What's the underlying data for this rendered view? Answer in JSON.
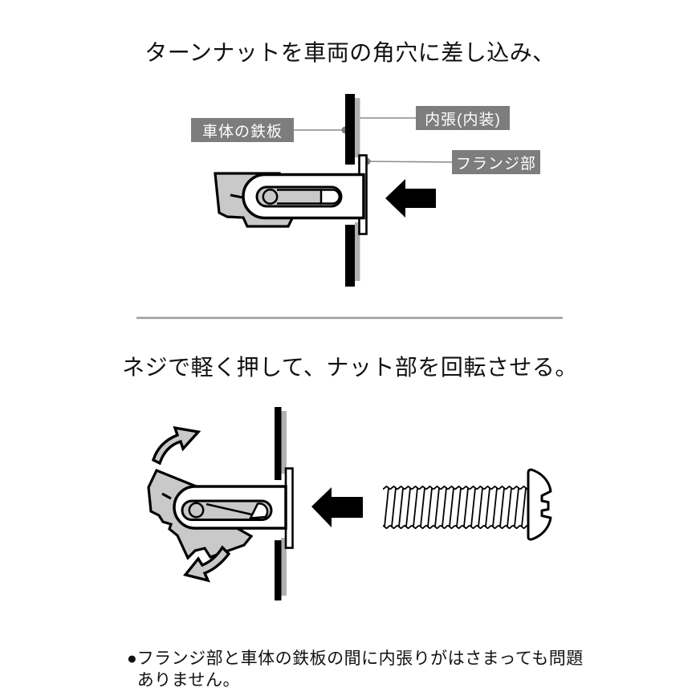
{
  "illustration": {
    "step1": {
      "title": "ターンナットを車両の角穴に差し込み、",
      "labels": {
        "body_plate": "車体の鉄板",
        "lining": "内張(内装)",
        "flange": "フランジ部"
      }
    },
    "step2": {
      "title": "ネジで軽く押して、ナット部を回転させる。"
    },
    "note": {
      "bullet": "●",
      "line1": "フランジ部と車体の鉄板の間に内張りがはさまっても問題",
      "line2": "ありません。"
    },
    "colors": {
      "background": "#ffffff",
      "ink": "#000000",
      "light_gray_fill": "#c9c9c9",
      "panel_gray": "#b0b0b0",
      "label_box_bg": "#7d7d7d",
      "label_text": "#ffffff",
      "leader_line": "#8c8c8c",
      "divider": "#9c9c9c",
      "title_text": "#111111"
    }
  }
}
